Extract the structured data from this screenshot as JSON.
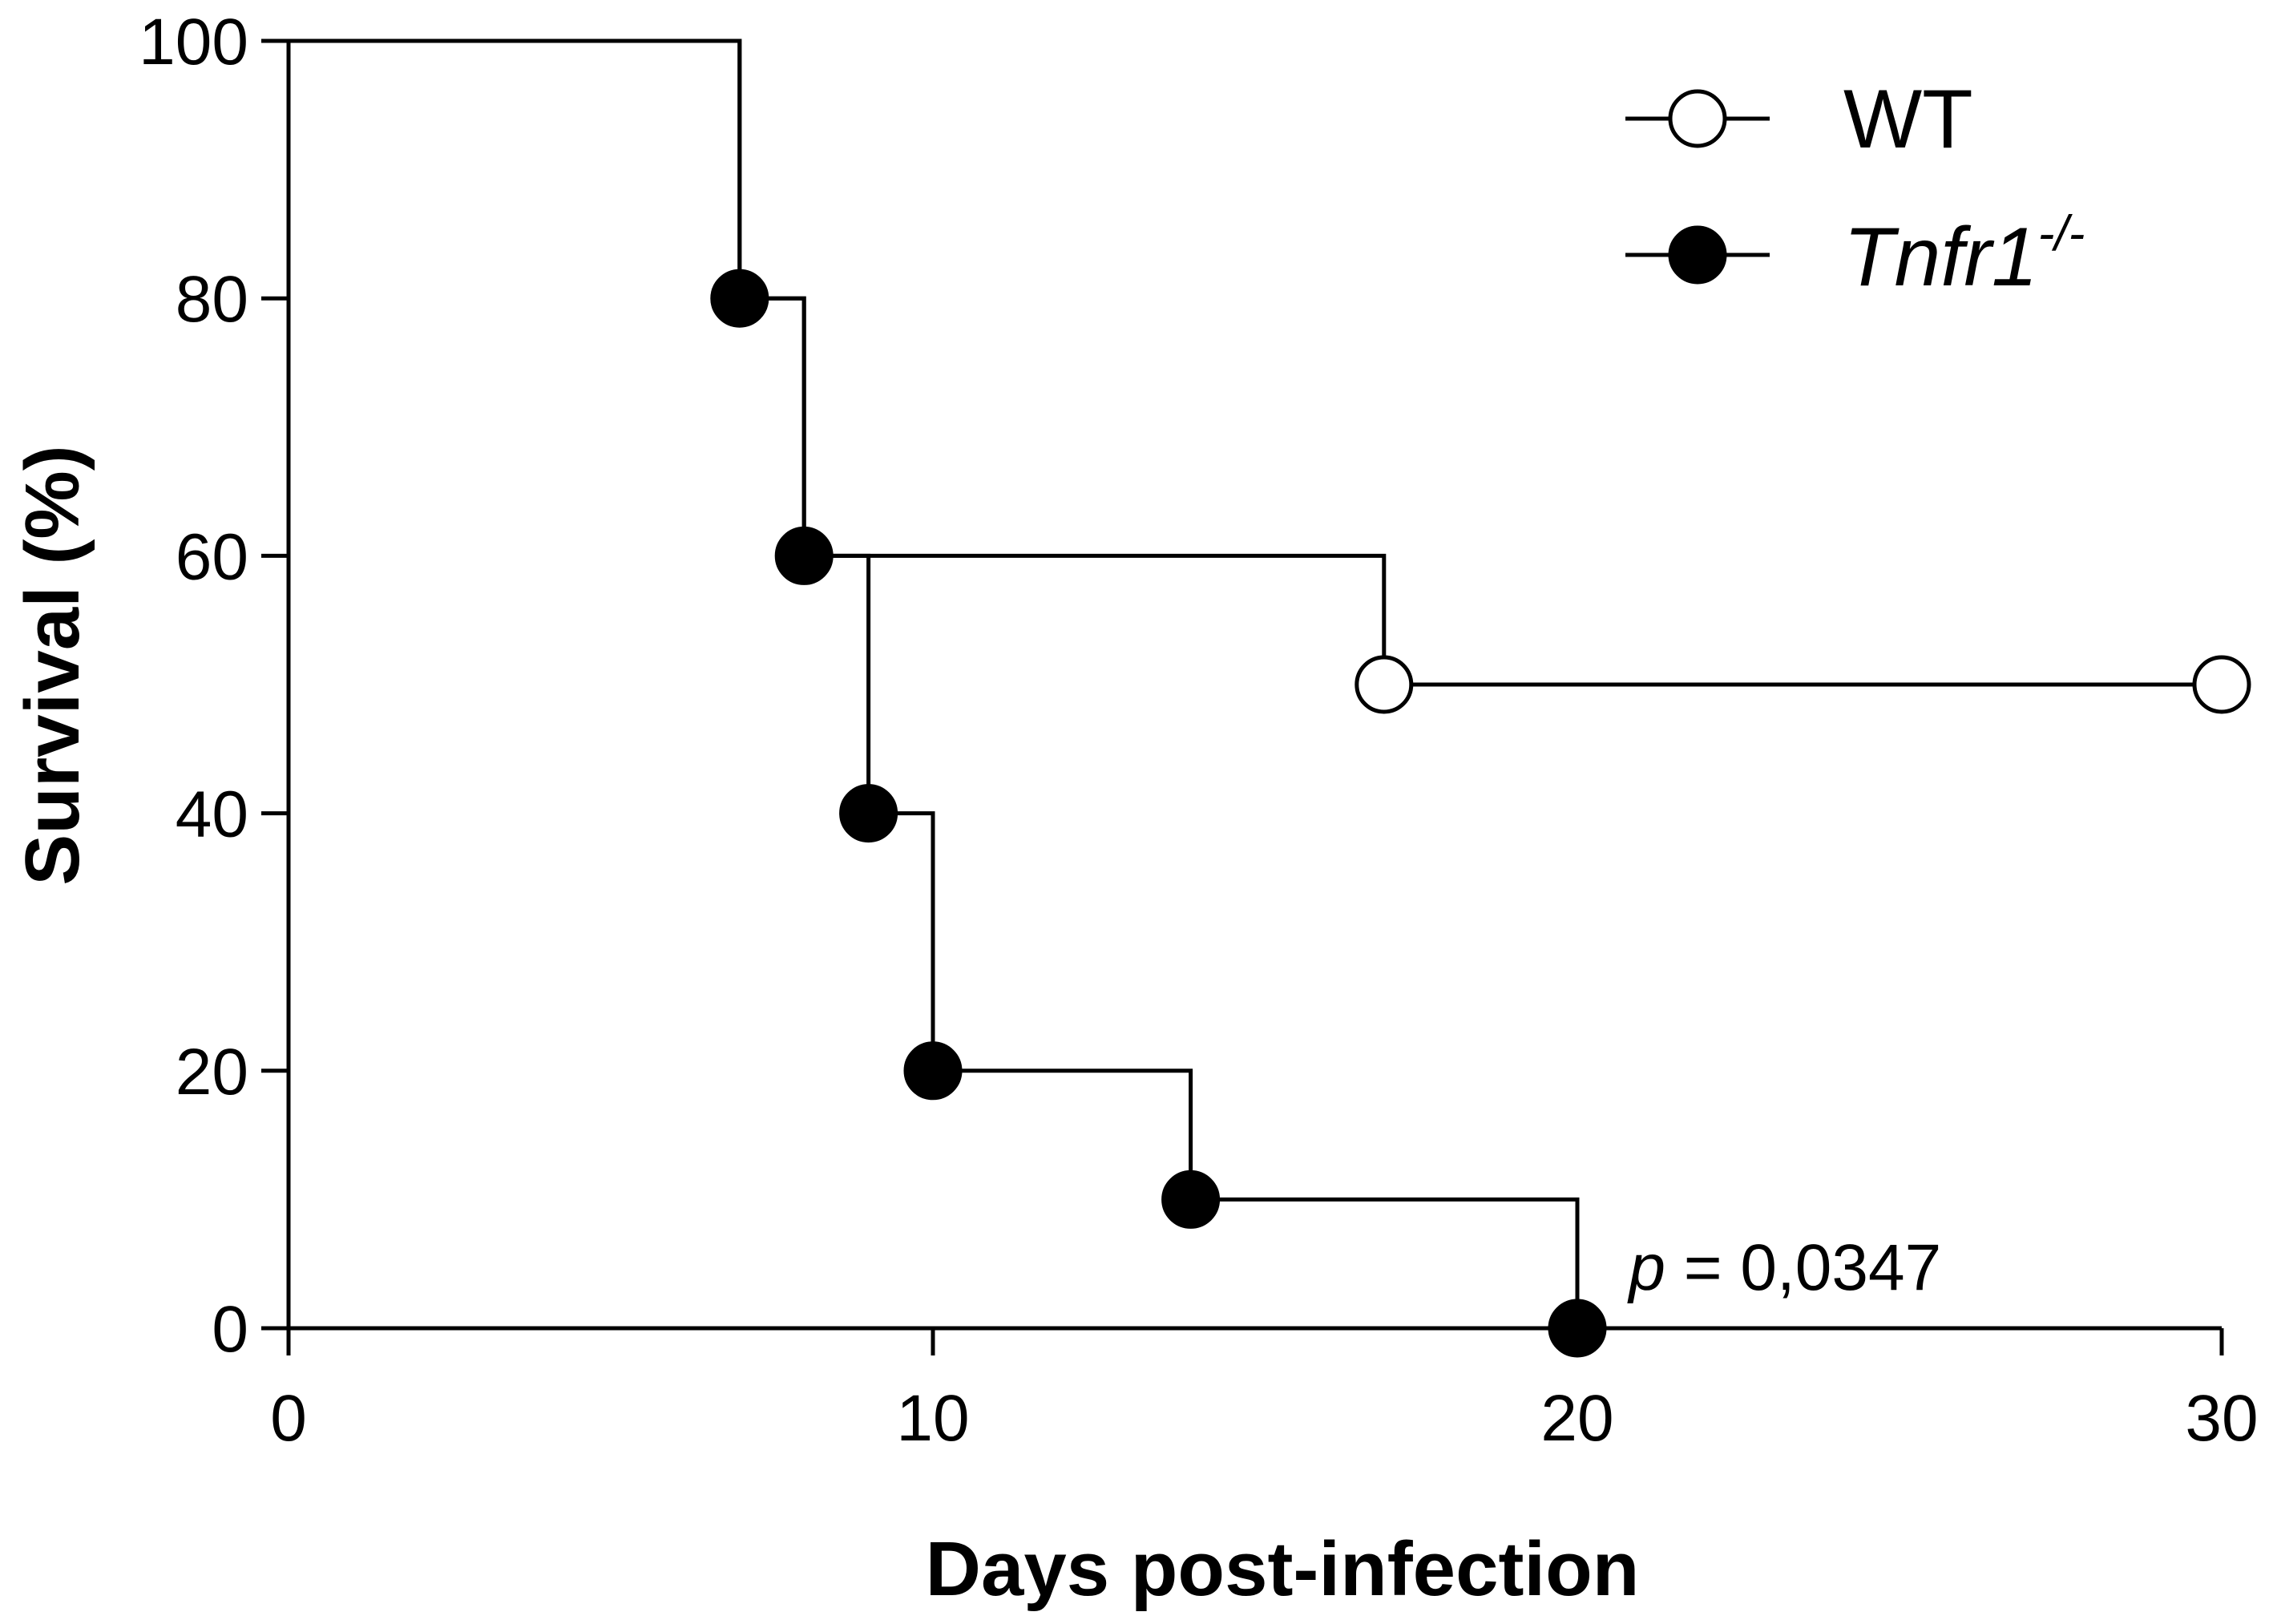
{
  "chart_data": {
    "type": "line",
    "subtype": "kaplan-meier step",
    "xlabel": "Days post-infection",
    "ylabel": "Survival (%)",
    "xlim": [
      0,
      30
    ],
    "ylim": [
      0,
      100
    ],
    "xticks": [
      "0",
      "10",
      "20",
      "30"
    ],
    "yticks": [
      "0",
      "20",
      "40",
      "60",
      "80",
      "100"
    ],
    "legend_position": "top-right",
    "series": [
      {
        "name": "WT",
        "marker": "open-circle",
        "color": "#000000",
        "x": [
          0,
          7,
          8,
          17,
          30
        ],
        "y": [
          100,
          80,
          60,
          50,
          50
        ],
        "marker_x": [
          17,
          30
        ],
        "marker_y": [
          50,
          50
        ]
      },
      {
        "name": "Tnfr1",
        "name_superscript": "-/-",
        "marker": "filled-circle",
        "color": "#000000",
        "x": [
          0,
          7,
          8,
          9,
          10,
          14,
          20,
          30
        ],
        "y": [
          100,
          80,
          60,
          40,
          20,
          10,
          0,
          0
        ],
        "marker_x": [
          7,
          8,
          9,
          10,
          14,
          20
        ],
        "marker_y": [
          80,
          60,
          40,
          20,
          10,
          0
        ]
      }
    ],
    "annotation": {
      "p_symbol": "p",
      "text": " = 0,0347",
      "x": 20.8,
      "y": 3
    }
  }
}
